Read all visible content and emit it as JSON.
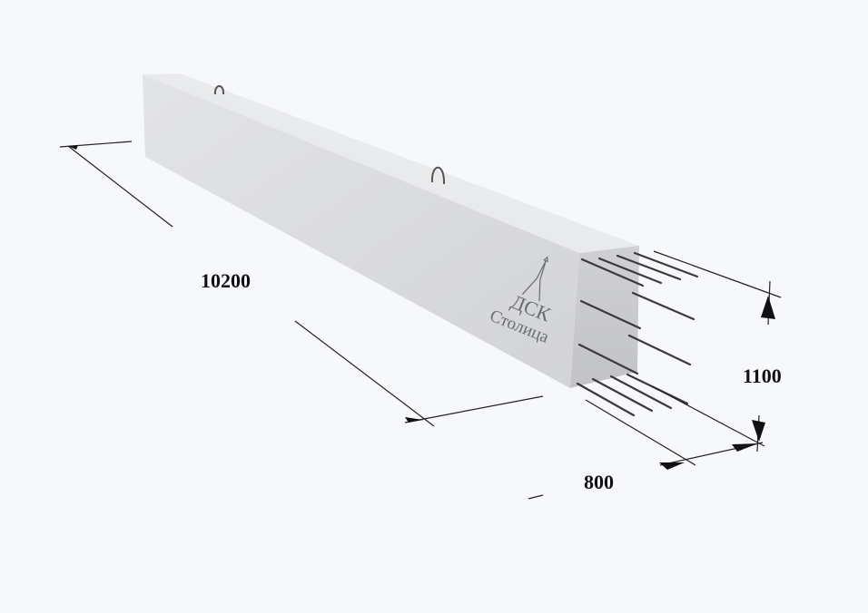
{
  "diagram": {
    "subject": "concrete-beam",
    "dimensions": {
      "length": "10200",
      "height": "1100",
      "width": "800"
    },
    "logo": {
      "line1": "ДСК",
      "line2": "Столица"
    },
    "colors": {
      "background": "#f6f8fc",
      "concrete_front": "#d9dadc",
      "concrete_end": "#c9cacd",
      "concrete_top": "#e6e7e9",
      "lines": "#222222"
    }
  }
}
